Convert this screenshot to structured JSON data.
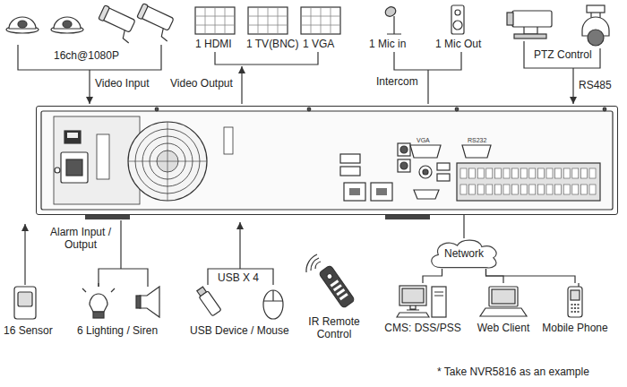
{
  "diagram": {
    "nodes": [
      {
        "text": [
          "VGA",
          "RS232"
        ]
      },
      {
        "text": [
          "Network"
        ]
      },
      {
        "text": [
          "CMS: DSS/PSS"
        ]
      },
      {
        "text": [
          "Web Client"
        ]
      },
      {
        "text": [
          "Mobile Phone"
        ]
      }
    ],
    "edges": [
      {
        "from": 0,
        "to": 1,
        "arrow": "none"
      },
      {
        "from": 1,
        "to": 2,
        "arrow": "none"
      },
      {
        "from": 1,
        "to": 3,
        "arrow": "none"
      },
      {
        "from": 1,
        "to": 4,
        "arrow": "none"
      }
    ],
    "labels": [
      "16ch@1080P",
      "Video Input",
      "1 HDMI",
      "1 TV(BNC)",
      "1 VGA",
      "Video Output",
      "1 Mic in",
      "1 Mic Out",
      "Intercom",
      "PTZ Control",
      "RS485",
      "Alarm Input / Output",
      "16 Sensor",
      "6 Lighting / Siren",
      "USB X 4",
      "USB Device / Mouse",
      "IR Remote Control",
      "* Take NVR5816 as an example"
    ]
  }
}
